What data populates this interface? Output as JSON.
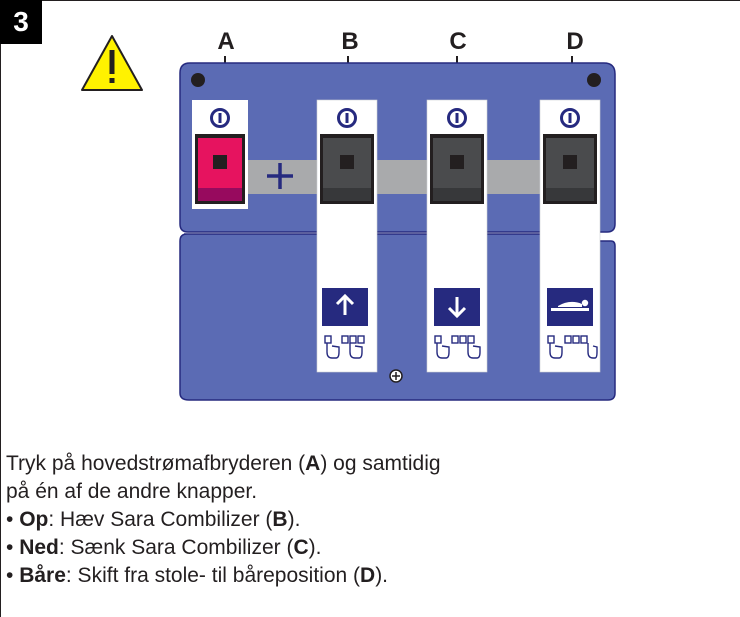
{
  "step_number": "3",
  "warning_icon": "warning-triangle-icon",
  "switch_labels": {
    "a": "A",
    "b": "B",
    "c": "C",
    "d": "D"
  },
  "colors": {
    "panel": "#5b6bb4",
    "main_switch": "#e6135f",
    "switch": "#4a4b4d",
    "icon_bg": "#262a7f",
    "warning": "#fff200"
  },
  "icons": {
    "b": "arrow-up-icon",
    "c": "arrow-down-icon",
    "d": "stretcher-icon",
    "plus": "plus-icon",
    "screw": "screw-icon"
  },
  "intro": {
    "part1": "Tryk på hovedstrømafbryderen (",
    "bold_a": "A",
    "part2": ") og samtidig",
    "line2": "på én af de andre knapper."
  },
  "items": [
    {
      "bullet": "• ",
      "term": "Op",
      "text": ": Hæv Sara Combilizer (",
      "ref": "B",
      "end": ")."
    },
    {
      "bullet": "• ",
      "term": "Ned",
      "text": ": Sænk Sara Combilizer (",
      "ref": "C",
      "end": ")."
    },
    {
      "bullet": "• ",
      "term": "Båre",
      "text": ": Skift fra stole- til båreposition (",
      "ref": "D",
      "end": ")."
    }
  ]
}
